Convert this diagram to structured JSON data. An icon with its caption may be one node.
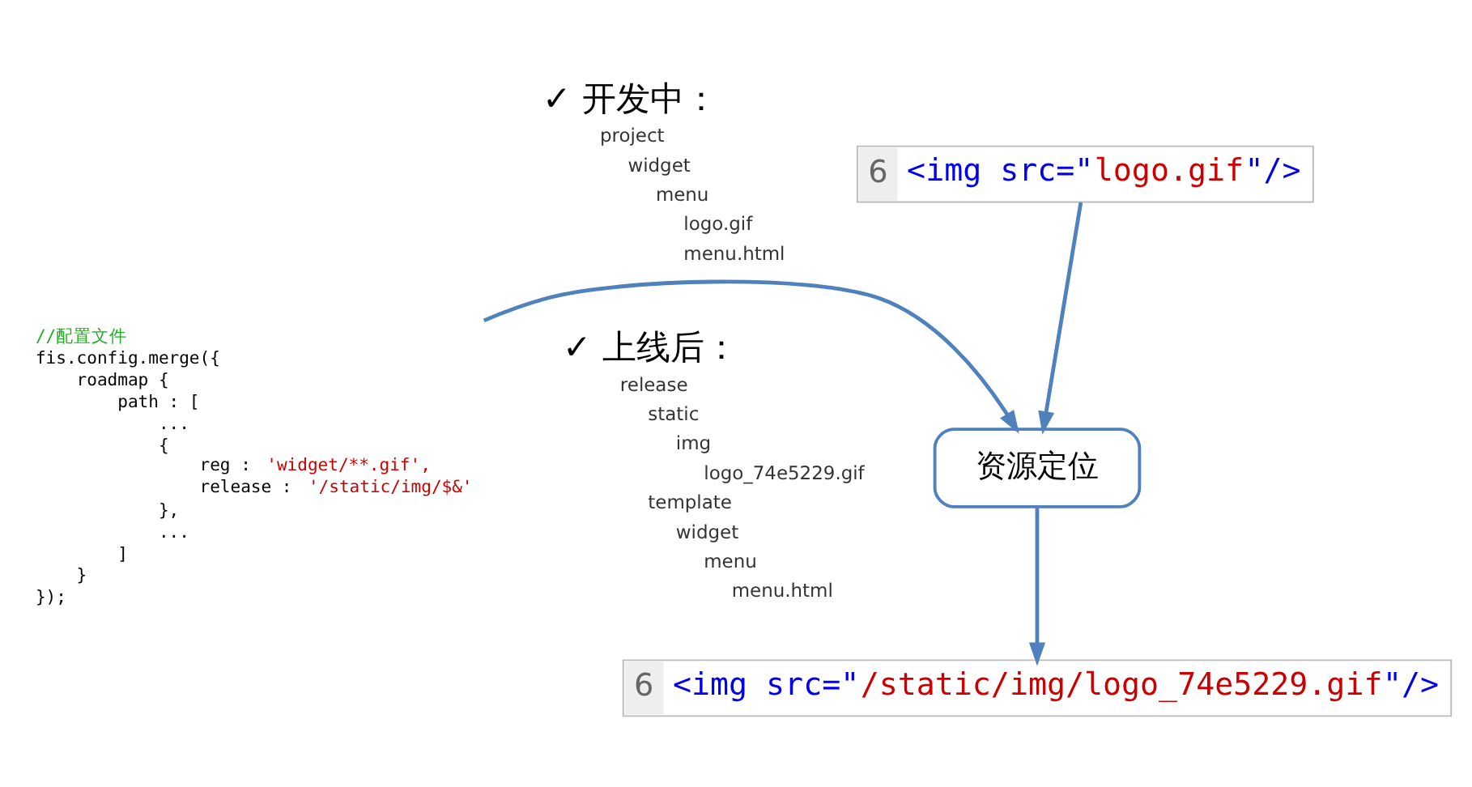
{
  "diagram": {
    "nodes": [
      {
        "text": [
          "6",
          "<img src=\"logo.gif\"/>"
        ]
      },
      {
        "text": [
          "资源定位"
        ]
      },
      {
        "text": [
          "//配置文件",
          "fis.config.merge({",
          "roadmap {",
          "path : [",
          "...",
          "{",
          "reg : 'widget/**.gif',",
          "release : '/static/img/$&'",
          "},",
          "...",
          "]",
          "}",
          "});"
        ]
      },
      {
        "text": [
          "6",
          "<img src=\"/static/img/logo_74e5229.gif\"/>"
        ]
      }
    ],
    "edges": [
      {
        "from": 0,
        "to": 1,
        "arrow": "to"
      },
      {
        "from": 2,
        "to": 1,
        "arrow": "to"
      },
      {
        "from": 1,
        "to": 3,
        "arrow": "to"
      }
    ],
    "labels": [
      "✓ 开发中：",
      "project",
      "widget",
      "menu",
      "logo.gif",
      "menu.html",
      "✓ 上线后：",
      "release",
      "static",
      "img",
      "logo_74e5229.gif",
      "template",
      "widget",
      "menu",
      "menu.html"
    ]
  }
}
